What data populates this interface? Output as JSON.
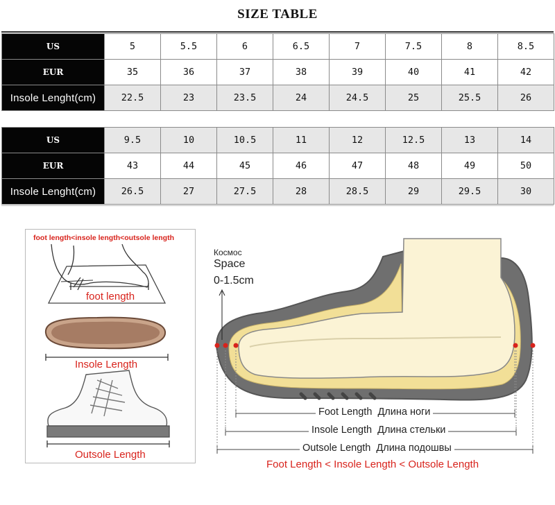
{
  "title": "SIZE TABLE",
  "table1": {
    "rows": [
      {
        "header": "US",
        "values": [
          "5",
          "5.5",
          "6",
          "6.5",
          "7",
          "7.5",
          "8",
          "8.5"
        ]
      },
      {
        "header": "EUR",
        "values": [
          "35",
          "36",
          "37",
          "38",
          "39",
          "40",
          "41",
          "42"
        ]
      },
      {
        "header": "Insole Lenght(cm)",
        "values": [
          "22.5",
          "23",
          "23.5",
          "24",
          "24.5",
          "25",
          "25.5",
          "26"
        ]
      }
    ]
  },
  "table2": {
    "rows": [
      {
        "header": "US",
        "values": [
          "9.5",
          "10",
          "10.5",
          "11",
          "12",
          "12.5",
          "13",
          "14"
        ]
      },
      {
        "header": "EUR",
        "values": [
          "43",
          "44",
          "45",
          "46",
          "47",
          "48",
          "49",
          "50"
        ]
      },
      {
        "header": "Insole Lenght(cm)",
        "values": [
          "26.5",
          "27",
          "27.5",
          "28",
          "28.5",
          "29",
          "29.5",
          "30"
        ]
      }
    ]
  },
  "left_panel": {
    "formula": "foot length<insole length<outsole length",
    "foot_length": "foot length",
    "insole_length": "Insole Length",
    "outsole_length": "Outsole Length"
  },
  "diagram": {
    "space_ru": "Космос",
    "space_en": "Space",
    "space_range": "0-1.5cm",
    "foot_length_en": "Foot Length",
    "foot_length_ru": "Длина ноги",
    "insole_length_en": "Insole Length",
    "insole_length_ru": "Длина стельки",
    "outsole_length_en": "Outsole Length",
    "outsole_length_ru": "Длина подошвы",
    "formula": "Foot Length < Insole Length < Outsole Length"
  },
  "colors": {
    "header_bg": "#050505",
    "shade_bg": "#e7e7e7",
    "accent_red": "#d8231c",
    "sole_gray": "#6f6f6f",
    "insole_yellow": "#f2df97",
    "foot_cream": "#fbf3d5"
  }
}
